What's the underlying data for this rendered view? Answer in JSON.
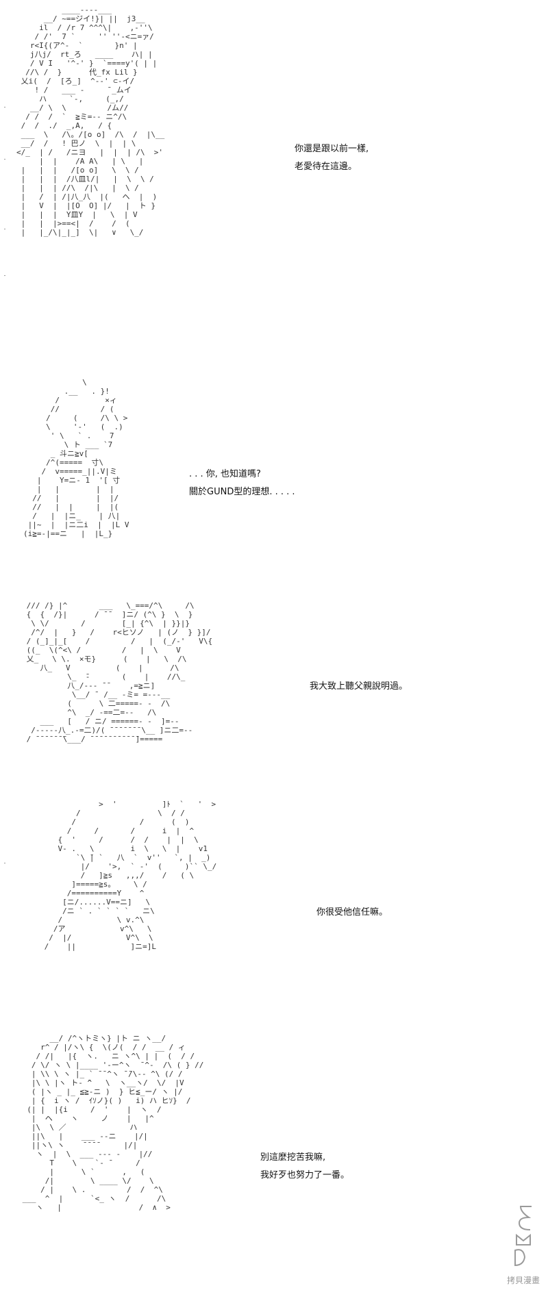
{
  "panels": [
    {
      "id": "panel-1",
      "art": "          ____----___\n      __/ ~==ジイ!}| ||  j3__\n     il  / /r 7 ^^^\\|    ,-''\\\n    / /'  7 `     '' ''-<ニ=ァ/\n   r<I{(ア^-  `       }n' |\n   j八j/  rt_ろ   ____    ハ| |\n   / V I   '^-' }  `====y'( | |\n  //\\ /  }      代_fx Lil }\n 乂i(  /  [ろ_]  ^--' ⊂-イ/\n    ! /   ___ -     ̄ _ムイ\n     ハ     `-,     (_,/\n   __/ \\  \\         /ム//\n  / /  /  `  ≧ミ=-- ニ^/\\\n /  /  ./  _,A,   / {\n ___  \\   /\\。/[o o]  /\\  /  |\\__\n __/  /   ! 巴ノ  \\  |  | \\\n</_  | /   /ニヨ   |  |  | /\\  >'\n     |  |    /A A\\   | \\   |\n |   |  |   /[o o]   \\  \\ /\n |   |  |  /八皿l/|   |  \\  \\ /\n |   |  | //\\  /|\\   |  \\ /\n |   /  | /|八_八  |(   ヘ  |  )\n |   V  |  |[O  O] |/   |  ト }\n |   |  |  Y皿Y  |   \\  | V\n |   |  |>==<|  /    /  (\n |   |_/\\|_|_]  \\|   ∨   \\_/",
      "dialog": [
        "你還是跟以前一樣,",
        "老愛待在這邊。"
      ]
    },
    {
      "id": "panel-2",
      "art": "             \\\n         .__   . }!\n       /          ×ィ\n      //         / (\n     /     (     /\\ \\ >\n     \\     '-'   (  .)\n      ' \\   ` .    7\n         \\ ト ___ `7\n      _ 斗ニ≧v[\n     /^(=====  寸\\\n    /  v=====_||.V|ミ\n   |    Y=ニ- 1  '[ 寸\n   |   |        |  |\n  //   |        |  |/\n  //   |  |     |  |(\n  /   |  |ニ_    | 八|\n ||~  |  |ニ二i  |  |L V\n(i≧=-|==ニ   |  |L_}",
      "dialog": [
        ". . . 你, 也知道嗎?",
        "關於GUND型的理想. . . . ."
      ]
    },
    {
      "id": "panel-3",
      "art": " /// /} |^       ___   \\_===/^\\     /\\\n {  {  /}|      / ̄ ̄   ]ニ/ (^\\ }  \\  }\n  \\ \\/       /        [_| {^\\  | }}|}\n  /^/  |   }   /    r<ヒソノ   | (ノ  } }]/\n / (_]_|_[    /         /   |  (_/-'   V\\{\n ((_  \\(^<\\ /         /   |  \\    V\n 乂_   \\ \\.  ×モ}      (    |   \\  /\\\n    八_   V          (    |      /\\\n          \\_  ̄-       (    |    //\\_\n          八_/--- ̄ ̄     ,=≧ニ]\n           \\__/ ̄  /__ -ミ= =---__\n          (      \\ 二=====- -  /\\\n          ^\\  _/ -==二=--   /\\\n    ___   [   / ニ/ ======- -  ]=--\n  /-----八_.-=二)/( ̄ ̄ ̄ ̄ ̄ ̄ ̄ \\__ ]ニ二=--\n / ̄ ̄ ̄ ̄ ̄ ̄ ̄\\___/ ̄ ̄ ̄ ̄ ̄ ̄ ̄ ̄ ̄ ̄ ̄]=====",
      "dialog": [
        "我大致上聽父親說明過。"
      ]
    },
    {
      "id": "panel-4",
      "art": "             >  '          ]ﾄ  `   '  >\n        /                 \\  / /\n       /              /      (  )\n      /     /       /      i  |  ^\n    {  '     /      /  /    |  |  \\\n    V- .   \\        i  \\   \\  |    v1\n        `\\ ̄| `   八  `  v''   `, |  _)\n         |/    '>,  ` ‐'  (     )`` \\_/\n         /   ]≧s   ,,,/    /   ( \\\n       ]=====≧s。    \\ /\n      /==========Y    ^\n     [ニ/......V==ニ]   \\\n     /ニ ` . ` ` ` `   ニ\\\n    /            \\ v.^\\\n   /ア            v^\\   \\\n  /  |/            V^\\  \\\n /    ||            ]ニ=]L",
      "dialog": [
        "你很受他信任嘛。"
      ]
    },
    {
      "id": "panel-5",
      "art": "       __/ /^ヽトミヽ} |ト ニ ヽ__/\n     r^ / |/ヽ\\ {  \\(ノ(  / /  __ / ィ\n    / /|   |{  ヽ.   ニ ヽ^\\ | |  (  / /\n   / \\/ ヽ \\ |____ '-ー^ヽ  ̄ ^-  /\\ ( } //\n   | \\\\ \\ ヽ |_ ` ̄ ̄ ^ヽ ̄ ̄/\\-- ^\\ (/ /\n   |\\ \\ |ヽ ト- ̄^   \\  ヽ__ヽ/  \\/  |V\n   ( |ヽ _ |_ ≦≧-ニ )  } ヒ≦_ー/ ヽ |/\n   | {  i ヽ /  ｲｿノ}( )   i) ハ ヒｿ}  /\n  (| |  |{i     /  '    |  ヽ  /\n   |  ヘ    ヽ     ノ    |   |^\n   |\\  \\ ／              ハ\n   ||\\   |    ___ --ニ    |/|\n   ||ヽ\\ ヽ    ̄ ̄ ̄ ̄      |/|\n    ヽ  |  \\  ___ --- -    |//\n       T    \\    `- ̄      /\n       |      \\ `      ,   (\n      /|        \\ ____ \\/    \\\n     / |    \\ .         /  /  ^\\\n ___  ^  |      `<_ ヽ  /      /\\\n    ヽ   |                 /  ∧  >",
      "dialog": [
        "別這麼挖苦我嘛,",
        "我好歹也努力了一番。"
      ]
    }
  ],
  "watermark": {
    "text": "拷貝漫畫"
  }
}
